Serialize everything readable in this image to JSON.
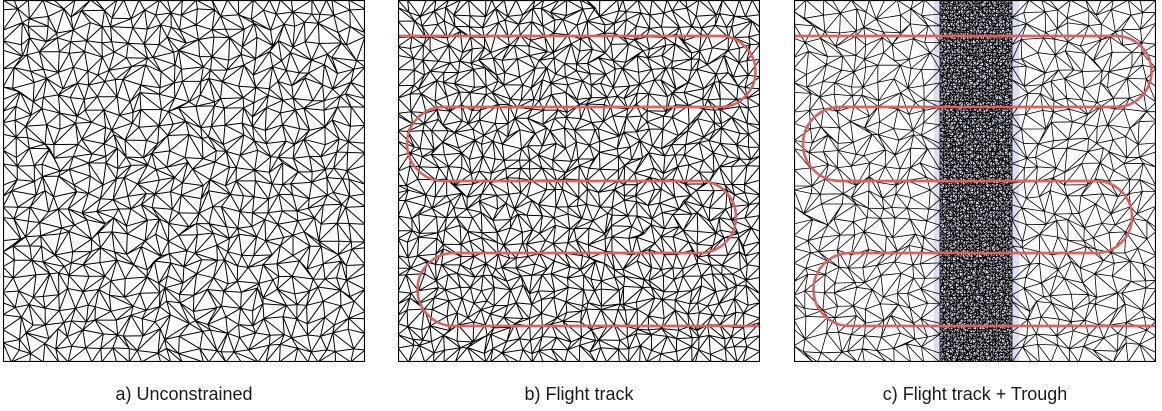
{
  "panels": [
    {
      "caption": "a) Unconstrained",
      "constraint": "none"
    },
    {
      "caption": "b) Flight track",
      "constraint": "flight-track"
    },
    {
      "caption": "c) Flight track + Trough",
      "constraint": "flight-track-and-trough"
    }
  ],
  "colors": {
    "mesh_edge": "#000000",
    "flight_track": "#e06060",
    "trough_shade": "#9aa0d8",
    "frame": "#000000"
  }
}
